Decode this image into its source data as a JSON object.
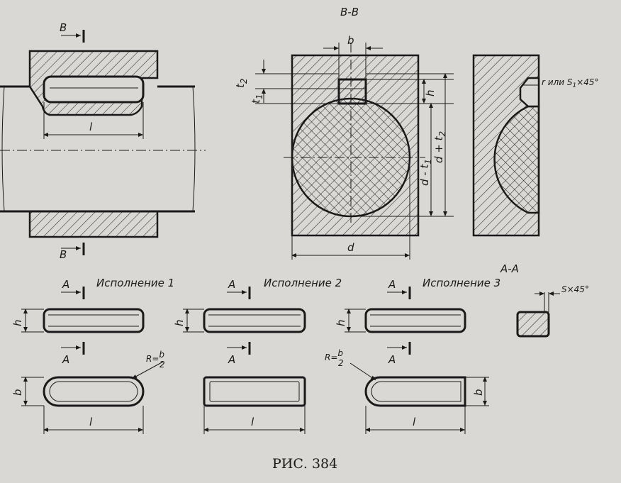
{
  "caption": "РИС. 384",
  "views": {
    "section_bb": "В-В",
    "section_aa": "А-А"
  },
  "variants": {
    "v1": "Исполнение 1",
    "v2": "Исполнение 2",
    "v3": "Исполнение 3"
  },
  "labels": {
    "cut_b": "В",
    "cut_a": "А",
    "len_l": "l",
    "width_b": "b",
    "height_h": "h",
    "t1": "t",
    "t1_sub": "1",
    "t2": "t",
    "t2_sub": "2",
    "d": "d",
    "d_minus_t1": "d - t",
    "d_minus_t1_sub": "1",
    "d_plus_t2": "d + t",
    "d_plus_t2_sub": "2",
    "r_or_s": "r или S",
    "r_or_s_sub": "1",
    "r_or_s_tail": "×45°",
    "chamfer": "S×45°",
    "radius": "R=",
    "radius_num": "b",
    "radius_den": "2"
  }
}
